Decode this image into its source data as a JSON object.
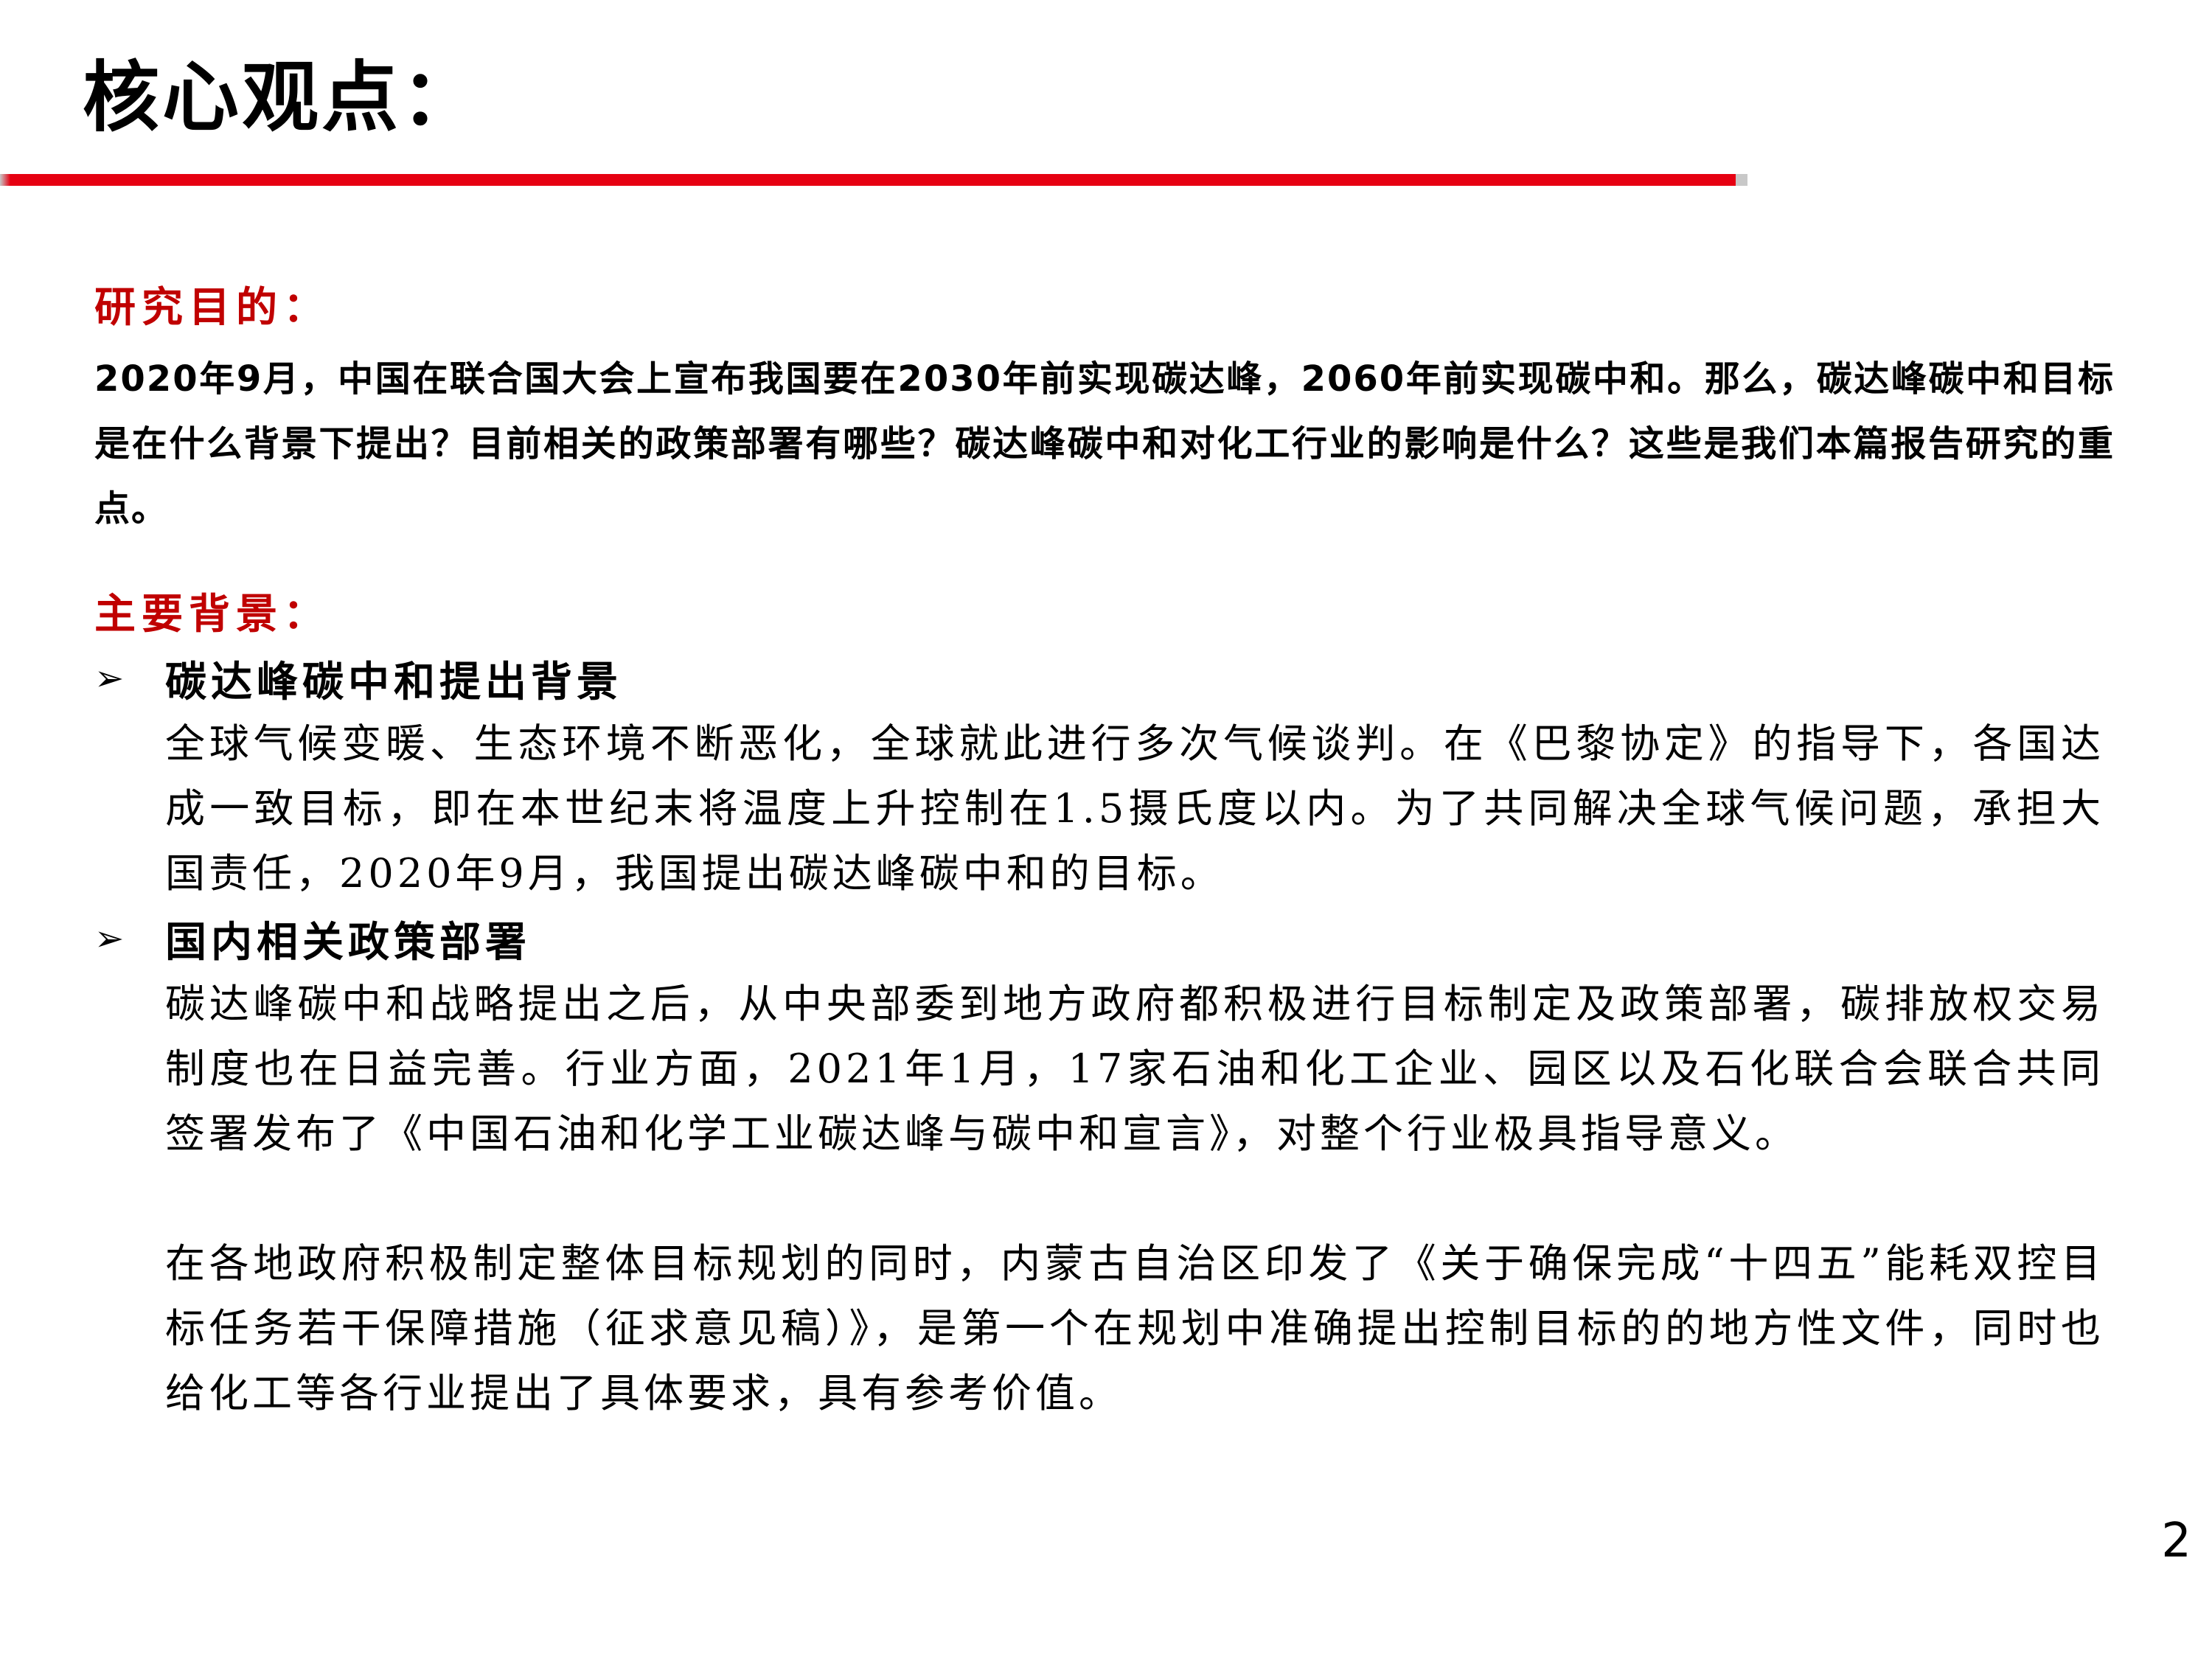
{
  "title": "核心观点：",
  "research_purpose": {
    "heading": "研究目的：",
    "text": "2020年9月，中国在联合国大会上宣布我国要在2030年前实现碳达峰，2060年前实现碳中和。那么，碳达峰碳中和目标是在什么背景下提出？目前相关的政策部署有哪些？碳达峰碳中和对化工行业的影响是什么？这些是我们本篇报告研究的重点。"
  },
  "main_background": {
    "heading": "主要背景：",
    "bullet_symbol": "➢",
    "items": [
      {
        "title": "碳达峰碳中和提出背景",
        "paragraphs": [
          "全球气候变暖、生态环境不断恶化，全球就此进行多次气候谈判。在《巴黎协定》的指导下，各国达成一致目标，即在本世纪末将温度上升控制在1.5摄氏度以内。为了共同解决全球气候问题，承担大国责任，2020年9月，我国提出碳达峰碳中和的目标。"
        ]
      },
      {
        "title": "国内相关政策部署",
        "paragraphs": [
          "碳达峰碳中和战略提出之后，从中央部委到地方政府都积极进行目标制定及政策部署，碳排放权交易制度也在日益完善。行业方面，2021年1月，17家石油和化工企业、园区以及石化联合会联合共同签署发布了《中国石油和化学工业碳达峰与碳中和宣言》，对整个行业极具指导意义。",
          "在各地政府积极制定整体目标规划的同时，内蒙古自治区印发了《关于确保完成“十四五”能耗双控目标任务若干保障措施（征求意见稿）》，是第一个在规划中准确提出控制目标的的地方性文件，同时也给化工等各行业提出了具体要求，具有参考价值。"
        ]
      }
    ]
  },
  "page_number": "2",
  "colors": {
    "accent_red": "#c00000",
    "rule_red": "#e60012",
    "rule_gray": "#c8c8c8"
  }
}
